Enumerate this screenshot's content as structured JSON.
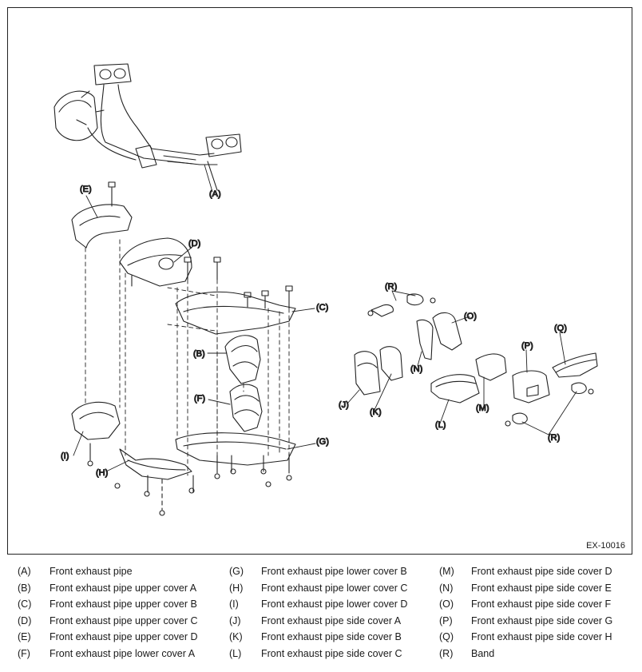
{
  "figure_code": "EX-10016",
  "callouts": {
    "A": "(A)",
    "B": "(B)",
    "C": "(C)",
    "D": "(D)",
    "E": "(E)",
    "F": "(F)",
    "G": "(G)",
    "H": "(H)",
    "I": "(I)",
    "J": "(J)",
    "K": "(K)",
    "L": "(L)",
    "M": "(M)",
    "N": "(N)",
    "O": "(O)",
    "P": "(P)",
    "Q": "(Q)",
    "R1": "(R)",
    "R2": "(R)"
  },
  "legend": {
    "col1": [
      {
        "letter": "(A)",
        "text": "Front exhaust pipe"
      },
      {
        "letter": "(B)",
        "text": "Front exhaust pipe upper cover A"
      },
      {
        "letter": "(C)",
        "text": "Front exhaust pipe upper cover B"
      },
      {
        "letter": "(D)",
        "text": "Front exhaust pipe upper cover C"
      },
      {
        "letter": "(E)",
        "text": "Front exhaust pipe upper cover D"
      },
      {
        "letter": "(F)",
        "text": "Front exhaust pipe lower cover A"
      }
    ],
    "col2": [
      {
        "letter": "(G)",
        "text": "Front exhaust pipe lower cover B"
      },
      {
        "letter": "(H)",
        "text": "Front exhaust pipe lower cover C"
      },
      {
        "letter": "(I)",
        "text": "Front exhaust pipe lower cover D"
      },
      {
        "letter": "(J)",
        "text": "Front exhaust pipe side cover A"
      },
      {
        "letter": "(K)",
        "text": "Front exhaust pipe side cover B"
      },
      {
        "letter": "(L)",
        "text": "Front exhaust pipe side cover C"
      }
    ],
    "col3": [
      {
        "letter": "(M)",
        "text": "Front exhaust pipe side cover D"
      },
      {
        "letter": "(N)",
        "text": "Front exhaust pipe side cover E"
      },
      {
        "letter": "(O)",
        "text": "Front exhaust pipe side cover F"
      },
      {
        "letter": "(P)",
        "text": "Front exhaust pipe side cover G"
      },
      {
        "letter": "(Q)",
        "text": "Front exhaust pipe side cover H"
      },
      {
        "letter": "(R)",
        "text": "Band"
      }
    ]
  }
}
